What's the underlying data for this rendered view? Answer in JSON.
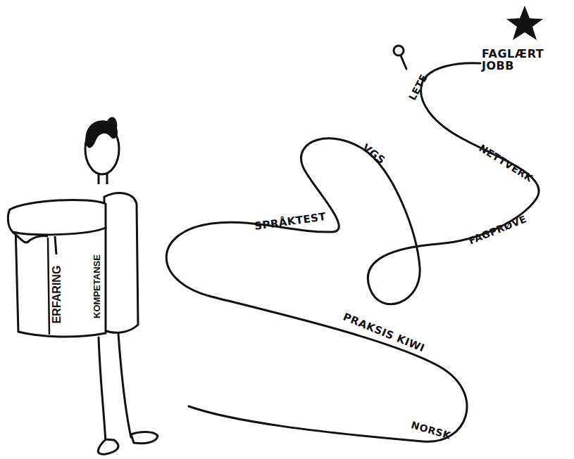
{
  "diagram": {
    "nodes": [
      {
        "text": [
          "ERFARING",
          "KOMPETANSE"
        ]
      }
    ],
    "labels": [
      "NORSK",
      "PRAKSIS KIWI",
      "SPRÅKTEST",
      "VGS",
      "FAGPRØVE",
      "NETTVERK",
      "LETE",
      "FAGLÆRT JOBB"
    ]
  }
}
